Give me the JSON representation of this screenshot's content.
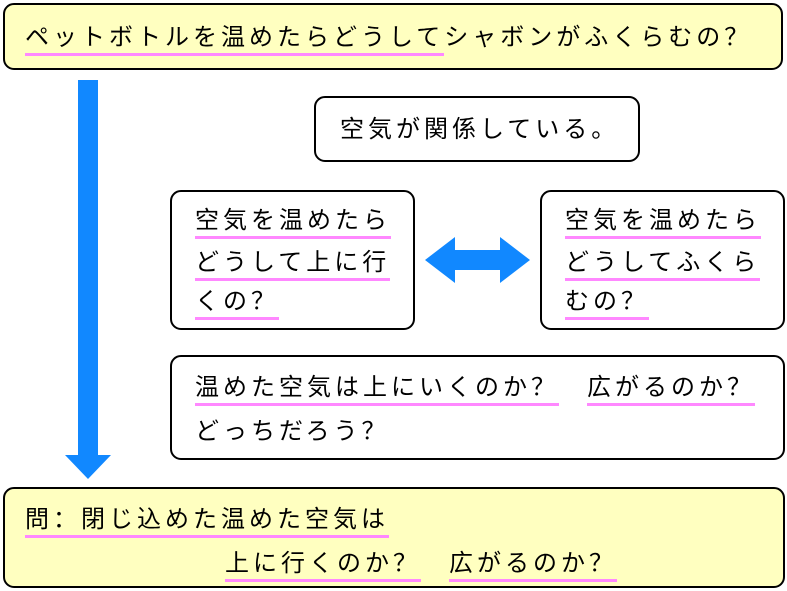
{
  "colors": {
    "highlight_box_fill": "#FFFFC0",
    "underline": "#FF88FF",
    "arrow": "#1188FF",
    "box_border": "#000000"
  },
  "question_box": {
    "underlined": "ペットボトルを温めたらどうして",
    "rest": "シャボンがふくらむの？"
  },
  "statement_box": {
    "text": "空気が関係している。"
  },
  "left_box": {
    "lines": [
      "空気を温めたら",
      "どうして上に行",
      "くの？"
    ]
  },
  "right_box": {
    "lines": [
      "空気を温めたら",
      "どうしてふくら",
      "むの？"
    ]
  },
  "hypothesis_box": {
    "line1_a": "温めた空気は上にいくのか？",
    "line1_b": "広がるのか？",
    "line2": "どっちだろう？"
  },
  "problem_box": {
    "line1": "問：閉じ込めた温めた空気は",
    "line2_a": "上に行くのか？",
    "line2_b": "広がるのか？"
  }
}
